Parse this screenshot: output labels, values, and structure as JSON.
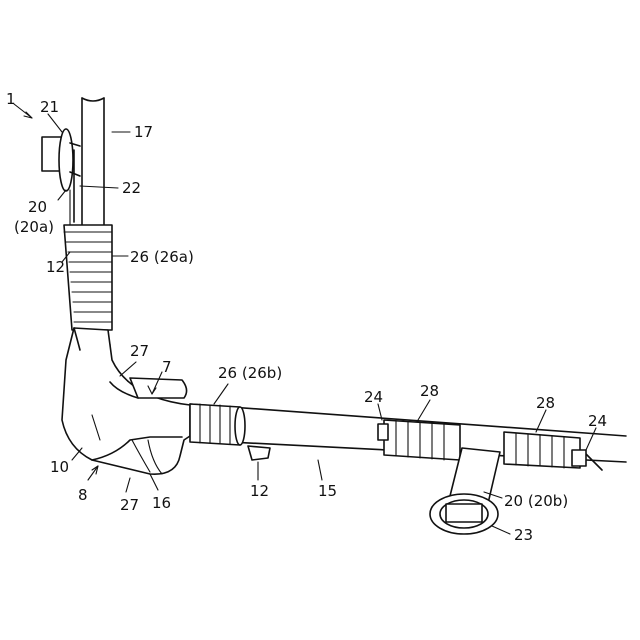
{
  "figure": {
    "labels": {
      "assembly": "1",
      "seat": "21",
      "pipe_vertical": "17",
      "clamp_top": "22",
      "clip_top": "20",
      "clip_top_sub": "(20a)",
      "bracket_top": "12",
      "tape_top": "26 (26a)",
      "protector_upper": "27",
      "arrow_7": "7",
      "tape_mid": "26 (26b)",
      "grommet_left": "24",
      "wrap_left": "28",
      "wrap_right": "28",
      "grommet_right": "24",
      "elbow": "10",
      "arrow_8": "8",
      "protector_lower": "27",
      "bend": "16",
      "bracket_bottom": "12",
      "pipe_horizontal": "15",
      "clip_bottom": "20 (20b)",
      "mount": "23"
    }
  }
}
